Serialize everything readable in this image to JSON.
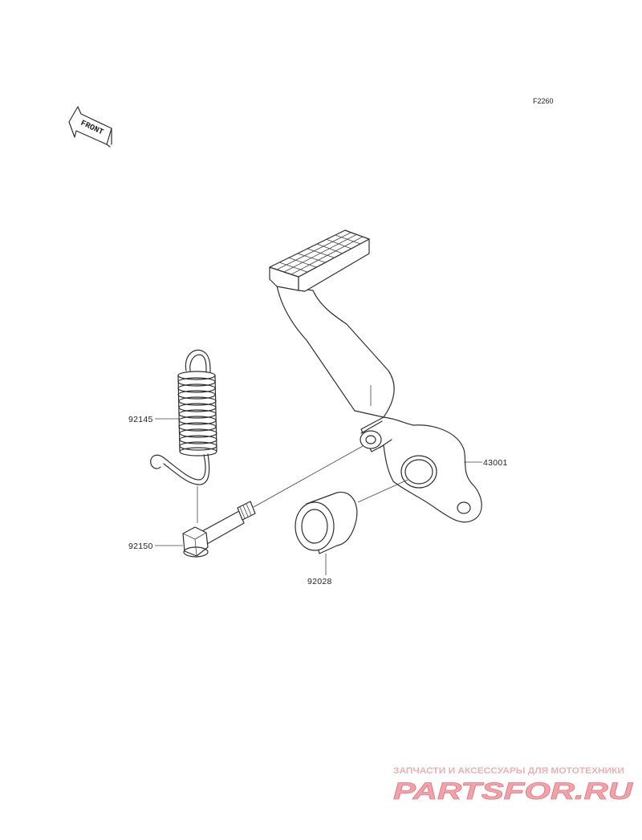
{
  "diagram": {
    "code": "F2260",
    "front_label": "FRONT"
  },
  "callouts": {
    "spring": "92145",
    "bolt": "92150",
    "collar": "92028",
    "pedal": "43001"
  },
  "watermark": {
    "tagline": "ЗАПЧАСТИ И АКСЕССУАРЫ ДЛЯ МОТОТЕХНИКИ",
    "brand": "PARTSFOR.RU"
  },
  "colors": {
    "line": "#2f2f2f",
    "watermark": "#f0a3aa"
  },
  "icons": {
    "front": "front-arrow-icon"
  }
}
